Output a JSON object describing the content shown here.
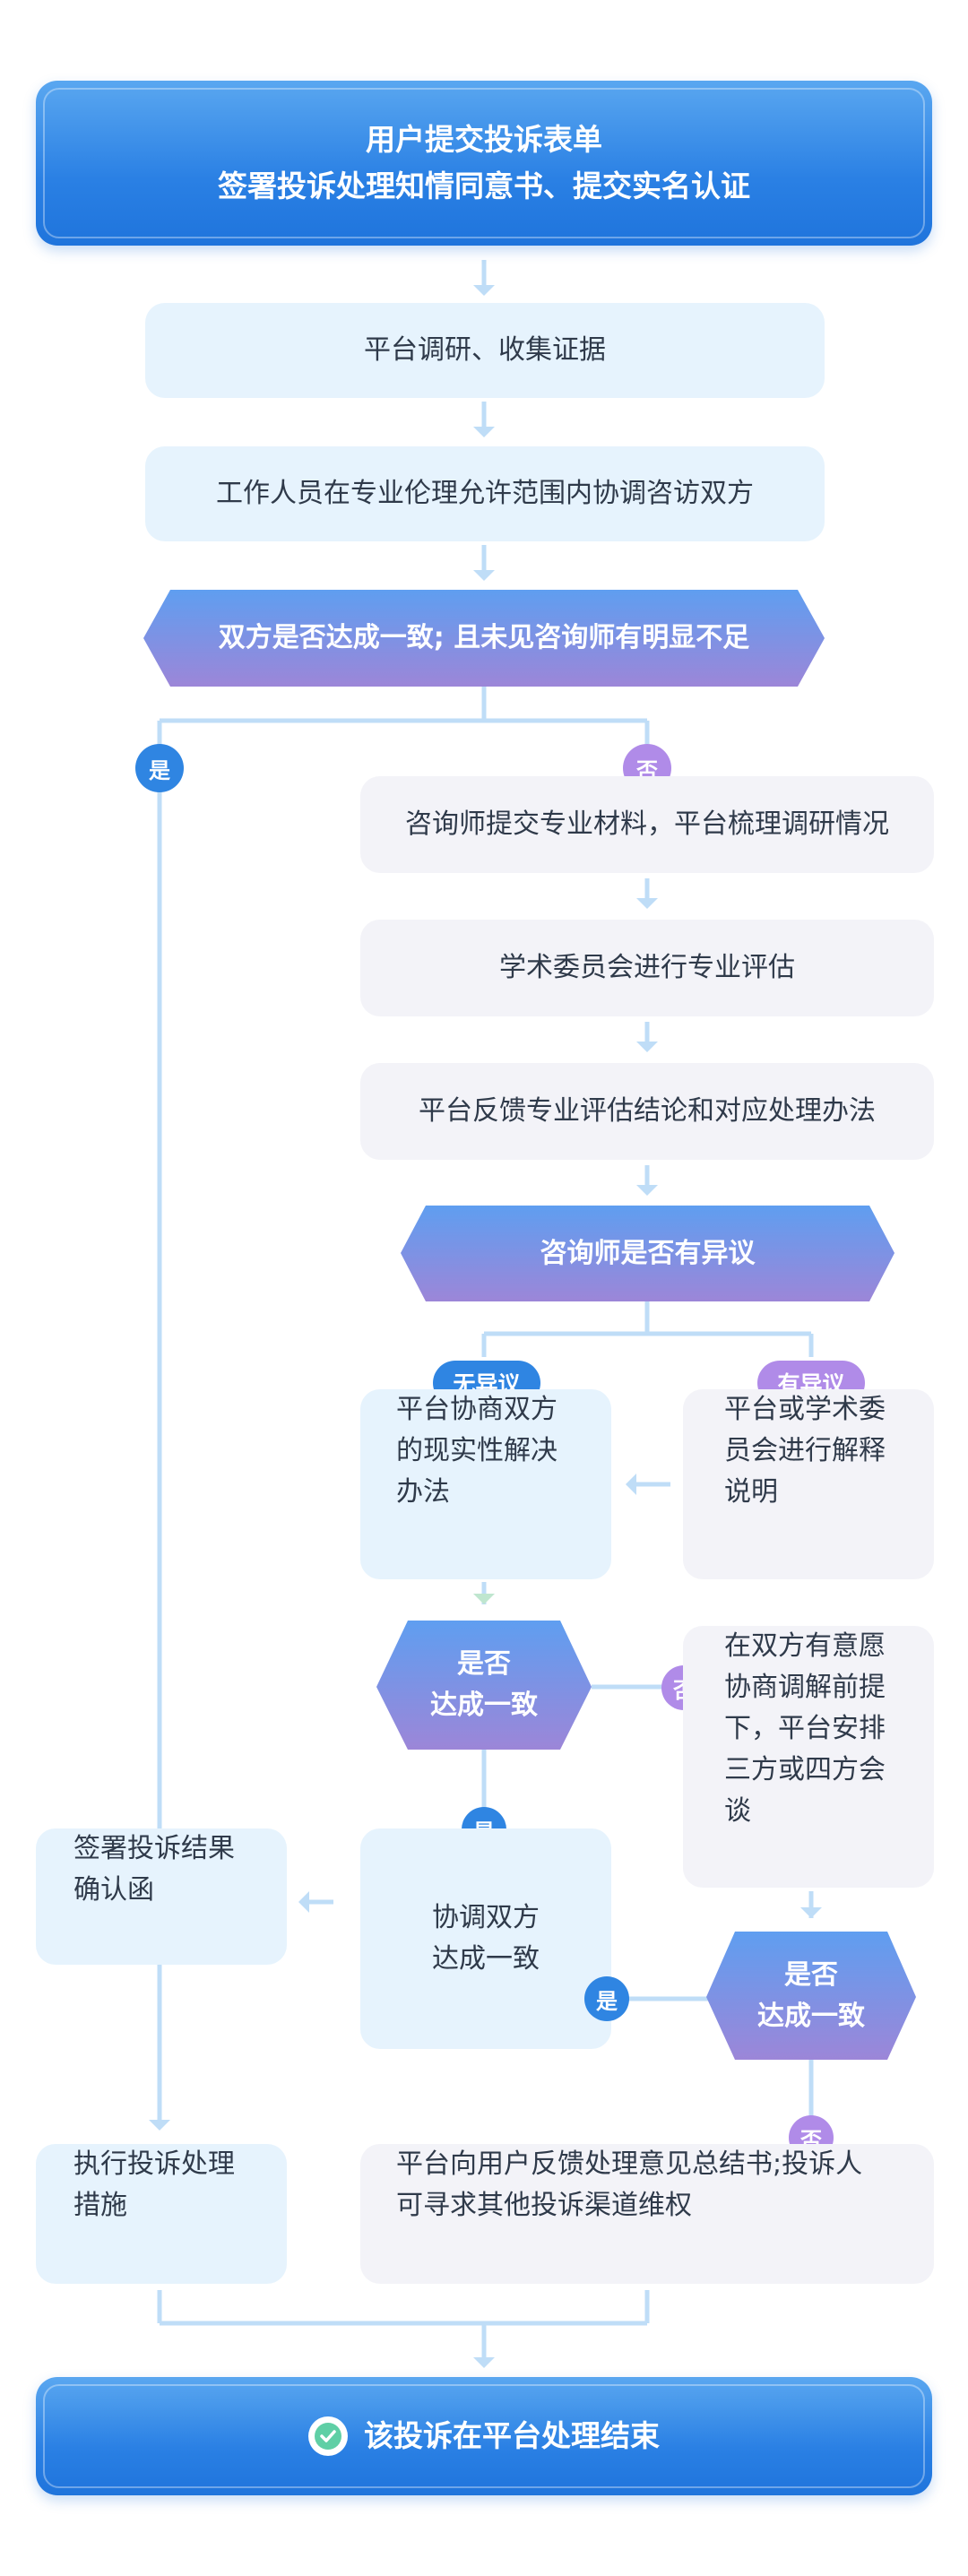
{
  "header": {
    "line1": "用户提交投诉表单",
    "line2": "签署投诉处理知情同意书、提交实名认证"
  },
  "steps": {
    "research": "平台调研、收集证据",
    "mediate": "工作人员在专业伦理允许范围内协调咨访双方",
    "decision1": "双方是否达成一致; 且未见咨询师有明显不足",
    "submit_material": "咨询师提交专业材料，平台梳理调研情况",
    "committee_eval": "学术委员会进行专业评估",
    "feedback": "平台反馈专业评估结论和对应处理办法",
    "decision2": "咨询师是否有异议",
    "practical_solution_1": "平台协商双方",
    "practical_solution_2": "的现实性解决",
    "practical_solution_3": "办法",
    "explain_1": "平台或学术委",
    "explain_2": "员会进行解释",
    "explain_3": "说明",
    "decision3_1": "是否",
    "decision3_2": "达成一致",
    "meeting_1": "在双方有意愿",
    "meeting_2": "协商调解前提",
    "meeting_3": "下，平台安排",
    "meeting_4": "三方或四方会",
    "meeting_5": "谈",
    "agree_1": "协调双方",
    "agree_2": "达成一致",
    "decision4_1": "是否",
    "decision4_2": "达成一致",
    "confirm_1": "签署投诉结果",
    "confirm_2": "确认函",
    "execute_1": "执行投诉处理",
    "execute_2": "措施",
    "summary_1": "平台向用户反馈处理意见总结书;投诉人",
    "summary_2": "可寻求其他投诉渠道维权"
  },
  "labels": {
    "yes": "是",
    "no": "否",
    "no_objection": "无异议",
    "objection": "有异议"
  },
  "footer": {
    "text": "该投诉在平台处理结束",
    "icon": "check-circle-icon"
  },
  "colors": {
    "blue": "#2f85e2",
    "purple": "#b08be8",
    "light_blue_box": "#e6f3fd",
    "light_gray_box": "#f3f3f8",
    "connector": "#bfddf7"
  }
}
